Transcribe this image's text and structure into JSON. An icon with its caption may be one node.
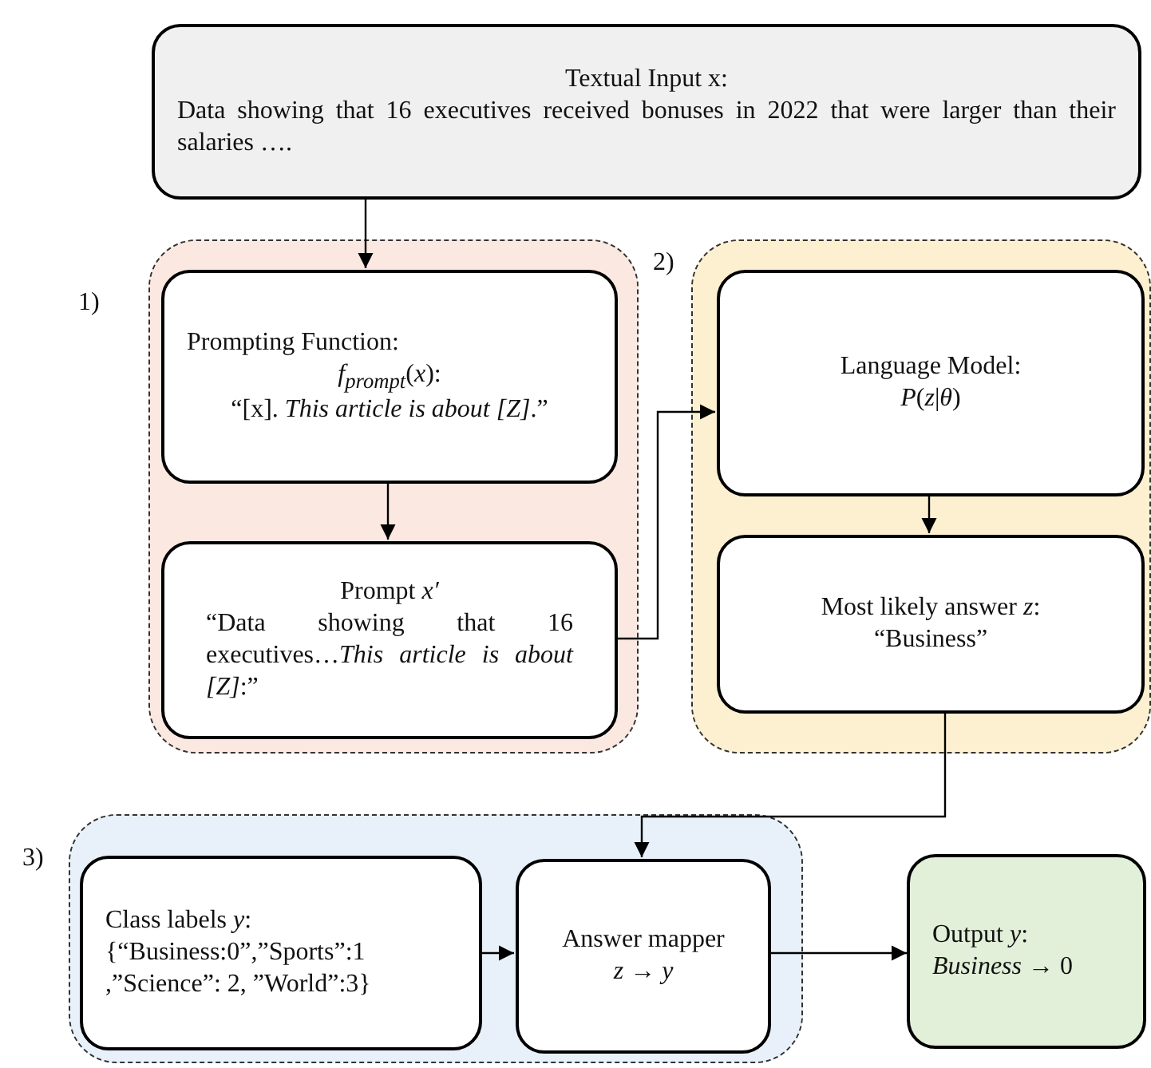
{
  "diagram": {
    "nodes": [
      {
        "text": [
          "Textual Input x:",
          "Data showing that 16 executives received bonuses in 2022 that were larger than their salaries …."
        ]
      },
      {
        "text": [],
        "shape": "box",
        "beside": [
          "1)"
        ]
      },
      {
        "text": [
          "Prompting Function:",
          "*f*$_{prompt}$(*x*):",
          "“[x]. *This article is about [Z]*.”"
        ],
        "in": 1
      },
      {
        "text": [
          "Prompt *x′*",
          "“Data showing that 16 executives…*This article is about [Z]*:”"
        ],
        "in": 1
      },
      {
        "text": [],
        "shape": "box",
        "beside": [
          "2)"
        ]
      },
      {
        "text": [
          "Language Model:",
          "*P*(*z*|*θ*)"
        ],
        "in": 4
      },
      {
        "text": [
          "Most likely answer *z*:",
          "“Business”"
        ],
        "in": 4
      },
      {
        "text": [],
        "shape": "box",
        "beside": [
          "3)"
        ]
      },
      {
        "text": [
          "Class labels *y*:",
          "{“Business:0”,”Sports”:1 ,”Science”: 2, ”World”:3}"
        ],
        "in": 7
      },
      {
        "text": [
          "Answer mapper",
          "*z* → *y*"
        ],
        "in": 7
      },
      {
        "text": [
          "Output *y*:",
          "*Business* → 0"
        ]
      }
    ],
    "edges": [
      {
        "from": 0,
        "to": 2,
        "arrow": "to"
      },
      {
        "from": 2,
        "to": 3,
        "arrow": "to"
      },
      {
        "from": 3,
        "to": 5,
        "arrow": "to"
      },
      {
        "from": 5,
        "to": 6,
        "arrow": "to"
      },
      {
        "from": 6,
        "to": 9,
        "arrow": "to"
      },
      {
        "from": 8,
        "to": 9,
        "arrow": "to"
      },
      {
        "from": 9,
        "to": 10,
        "arrow": "to"
      }
    ]
  }
}
